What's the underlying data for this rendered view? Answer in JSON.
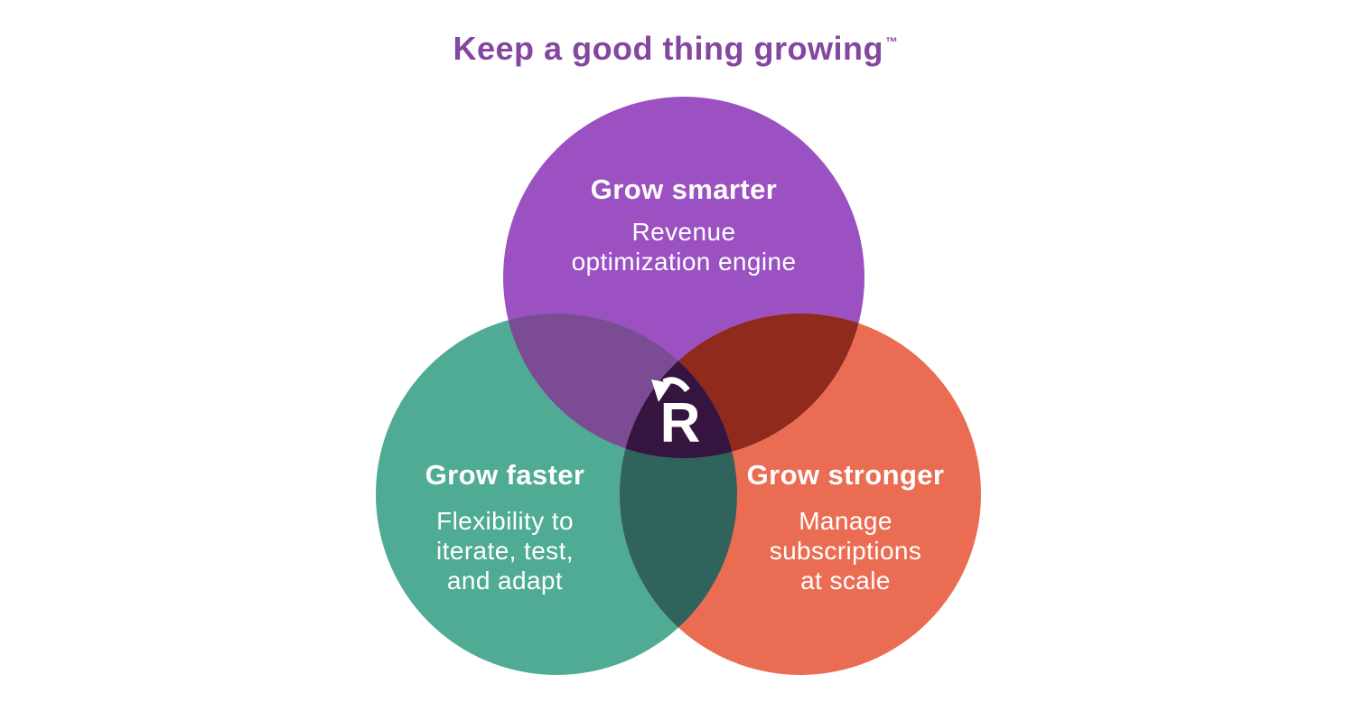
{
  "title": {
    "text": "Keep a good thing growing",
    "trademark": "™",
    "color": "#8347a0"
  },
  "colors": {
    "background": "#ffffff",
    "purple": "#9b51c2",
    "teal": "#4fab93",
    "coral": "#ea6d53",
    "overlap_purple_teal": "#7b4b94",
    "overlap_purple_coral": "#8f2a1d",
    "overlap_teal_coral": "#2f635b",
    "triple_overlap": "#351440",
    "circle_text": "#ffffff"
  },
  "venn": {
    "center_logo": {
      "letter": "R",
      "icon": "rotation-arrow-icon"
    },
    "circles": [
      {
        "name": "grow-smarter",
        "heading": "Grow smarter",
        "lines": [
          "Revenue",
          "optimization engine"
        ]
      },
      {
        "name": "grow-faster",
        "heading": "Grow faster",
        "lines": [
          "Flexibility to",
          "iterate, test,",
          "and adapt"
        ]
      },
      {
        "name": "grow-stronger",
        "heading": "Grow stronger",
        "lines": [
          "Manage",
          "subscriptions",
          "at scale"
        ]
      }
    ]
  }
}
